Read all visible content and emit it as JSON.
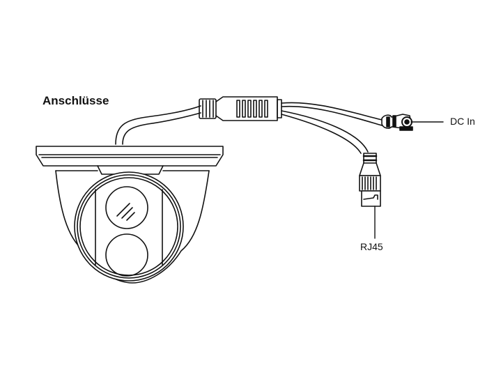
{
  "diagram": {
    "title": "Anschlüsse",
    "labels": {
      "dc_in": "DC In",
      "rj45": "RJ45"
    },
    "components": [
      "dome-camera",
      "cable",
      "junction-connector",
      "dc-power-jack",
      "rj45-connector"
    ],
    "colors": {
      "line": "#111111",
      "background": "#ffffff"
    }
  }
}
